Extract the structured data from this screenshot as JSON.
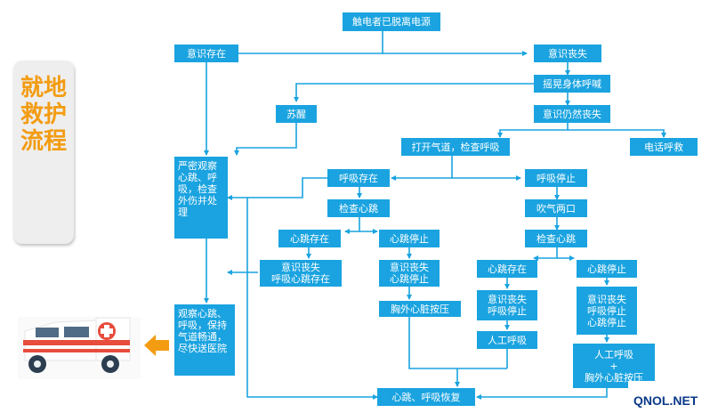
{
  "title": "就地救护流程",
  "nodes": {
    "start": "触电者已脱离电源",
    "conscious": "意识存在",
    "unconscious": "意识丧失",
    "shake_call": "摇晃身体呼喊",
    "still_unconscious": "意识仍然丧失",
    "awake": "苏醒",
    "open_airway": "打开气道，检查呼吸",
    "phone": "电话呼救",
    "observe": "严密观察心跳、呼吸，检查外伤并处理",
    "breath_present": "呼吸存在",
    "breath_stop": "呼吸停止",
    "check_heart_1": "检查心跳",
    "blow_twice": "吹气两口",
    "heart_present_1": "心跳存在",
    "heart_stop_1": "心跳停止",
    "check_heart_2": "检查心跳",
    "case_a": "意识丧失\n呼吸心跳存在",
    "case_b": "意识丧失\n心跳停止",
    "cpr": "胸外心脏按压",
    "heart_present_2": "心跳存在",
    "heart_stop_2": "心跳停止",
    "case_c": "意识丧失\n呼吸停止",
    "case_d": "意识丧失\n呼吸停止\n心跳停止",
    "artificial_1": "人工呼吸",
    "artificial_2": "人工呼吸\n+\n胸外心脏按压",
    "transport": "观察心跳、呼吸，保持气道畅通，尽快送医院",
    "recover": "心跳、呼吸恢复"
  },
  "colors": {
    "box": "#1aa3e0",
    "line": "#1aa3e0",
    "title": "#f39c12",
    "arrow": "#f39c12"
  },
  "watermark": "QNOL.NET"
}
